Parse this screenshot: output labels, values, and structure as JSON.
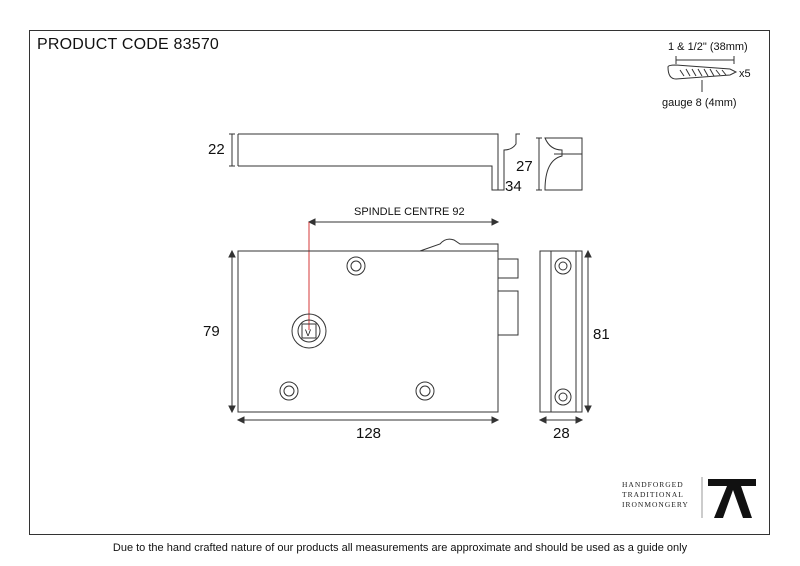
{
  "header": {
    "product_code": "PRODUCT CODE 83570"
  },
  "screw": {
    "length_label": "1 & 1/2\" (38mm)",
    "quantity_label": "x5",
    "gauge_label": "gauge 8 (4mm)"
  },
  "keep": {
    "height_label": "22",
    "hook_label": "34",
    "side_height_label": "27"
  },
  "lock": {
    "spindle_label": "SPINDLE CENTRE 92",
    "spindle_glyph": "V",
    "height_label": "79",
    "width_label": "128",
    "side_height_label": "81",
    "side_depth_label": "28"
  },
  "logo": {
    "lines": [
      "HANDFORGED",
      "TRADITIONAL",
      "IRONMONGERY"
    ],
    "brand_color": "#111111"
  },
  "footer": {
    "disclaimer": "Due to the hand crafted nature of our products all measurements are approximate and should be used as a guide only"
  },
  "colors": {
    "line": "#333333",
    "spindle_leader": "#d43a3a",
    "frame": "#333333"
  }
}
